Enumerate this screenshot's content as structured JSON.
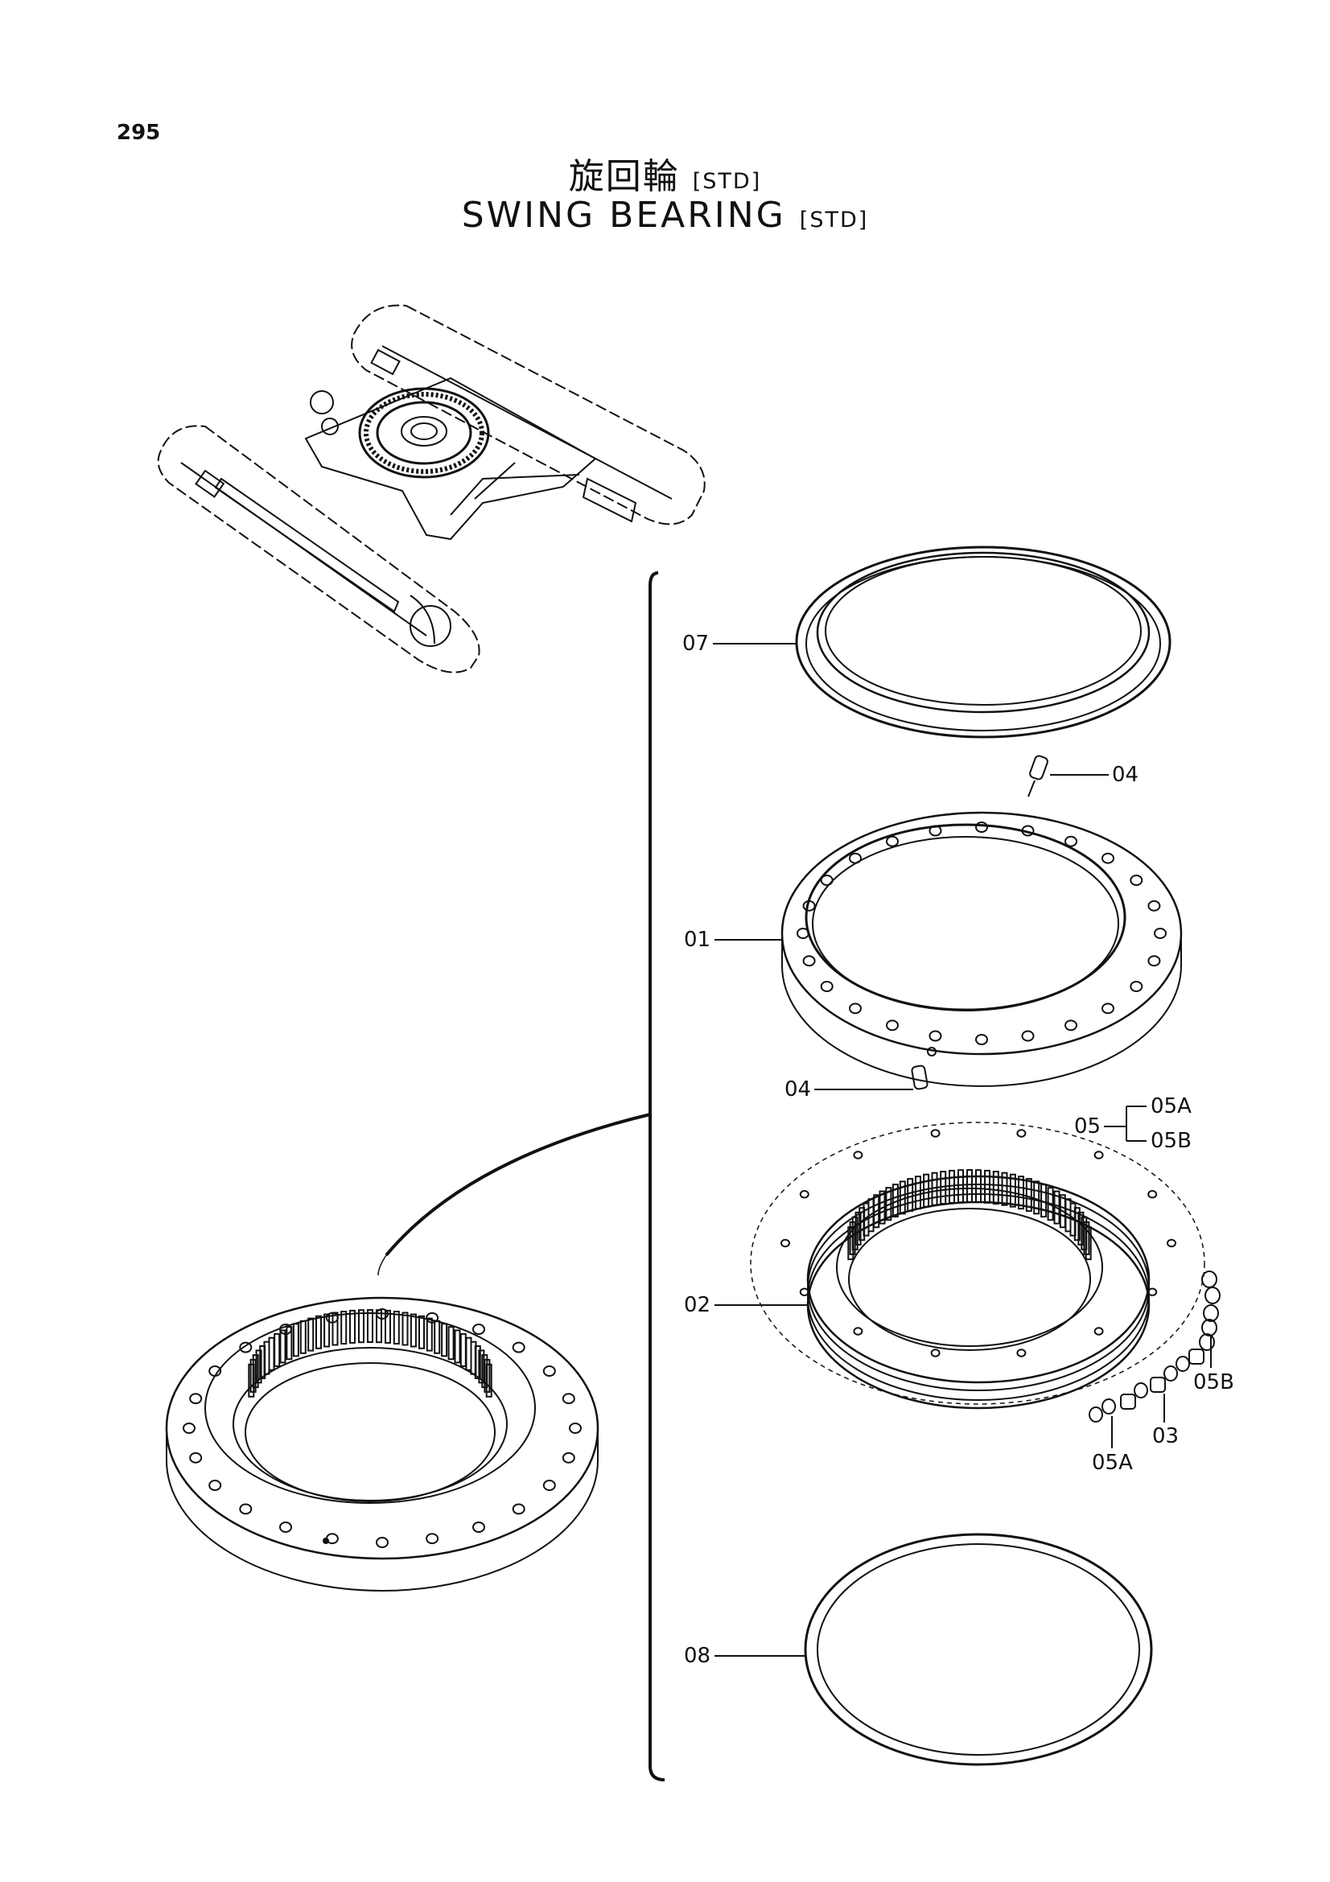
{
  "page_number": "295",
  "title": {
    "japanese": "旋回輪",
    "english": "SWING BEARING",
    "variant": "[STD]"
  },
  "callouts": {
    "c07": "07",
    "c04_top": "04",
    "c01": "01",
    "c04_bottom": "04",
    "c05": "05",
    "c05a_group": "05A",
    "c05b_group": "05B",
    "c02": "02",
    "c05b": "05B",
    "c03": "03",
    "c05a": "05A",
    "c08": "08"
  }
}
